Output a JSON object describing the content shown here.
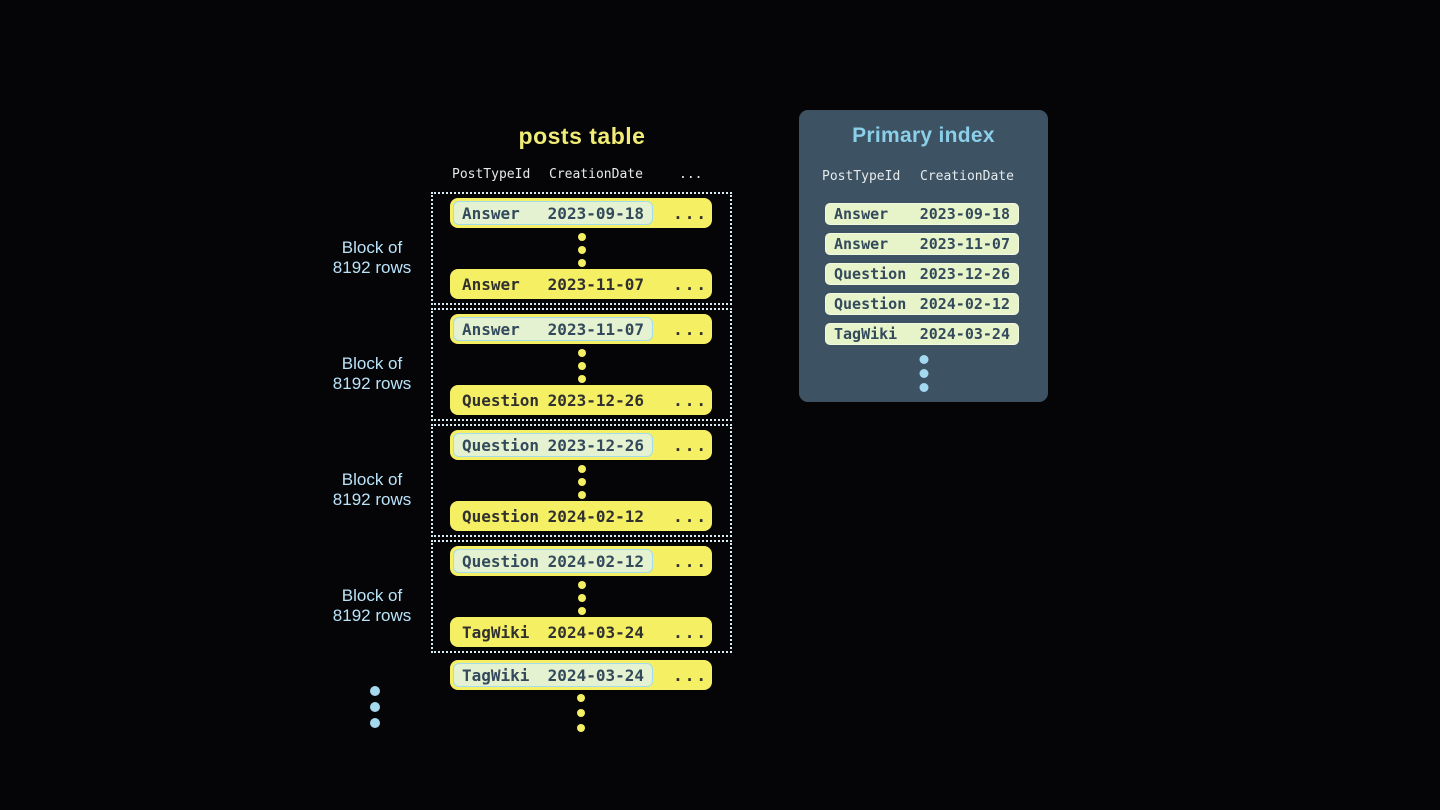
{
  "colors": {
    "bg": "#050507",
    "yellow": "#f5ef63",
    "yellow_soft": "#f0ec75",
    "mint": "#e4f2d1",
    "mint_border": "#a3dcf0",
    "light_blue": "#a5d9ef",
    "label_blue": "#b9e3f8",
    "panel_bg": "#3d5363",
    "panel_title": "#8bcfe9",
    "index_row_bg": "#e7f3c9",
    "index_row_border": "#f3f9e0",
    "row_text": "#303030",
    "row_text_navy": "#33495c",
    "header_text": "#e6eaec",
    "dotted": "#d9edf5"
  },
  "posts_table": {
    "title": "posts table",
    "columns": [
      "PostTypeId",
      "CreationDate",
      "..."
    ],
    "blocks": [
      {
        "label1": "Block of",
        "label2": "8192 rows",
        "first": {
          "type": "Answer",
          "date": "2023-09-18",
          "more": "..."
        },
        "last": {
          "type": "Answer",
          "date": "2023-11-07",
          "more": "..."
        }
      },
      {
        "label1": "Block of",
        "label2": "8192 rows",
        "first": {
          "type": "Answer",
          "date": "2023-11-07",
          "more": "..."
        },
        "last": {
          "type": "Question",
          "date": "2023-12-26",
          "more": "..."
        }
      },
      {
        "label1": "Block of",
        "label2": "8192 rows",
        "first": {
          "type": "Question",
          "date": "2023-12-26",
          "more": "..."
        },
        "last": {
          "type": "Question",
          "date": "2024-02-12",
          "more": "..."
        }
      },
      {
        "label1": "Block of",
        "label2": "8192 rows",
        "first": {
          "type": "Question",
          "date": "2024-02-12",
          "more": "..."
        },
        "last": {
          "type": "TagWiki",
          "date": "2024-03-24",
          "more": "..."
        }
      }
    ],
    "overflow_row": {
      "type": "TagWiki",
      "date": "2024-03-24",
      "more": "..."
    }
  },
  "primary_index": {
    "title": "Primary index",
    "columns": [
      "PostTypeId",
      "CreationDate"
    ],
    "rows": [
      {
        "type": "Answer",
        "date": "2023-09-18"
      },
      {
        "type": "Answer",
        "date": "2023-11-07"
      },
      {
        "type": "Question",
        "date": "2023-12-26"
      },
      {
        "type": "Question",
        "date": "2024-02-12"
      },
      {
        "type": "TagWiki",
        "date": "2024-03-24"
      }
    ]
  }
}
